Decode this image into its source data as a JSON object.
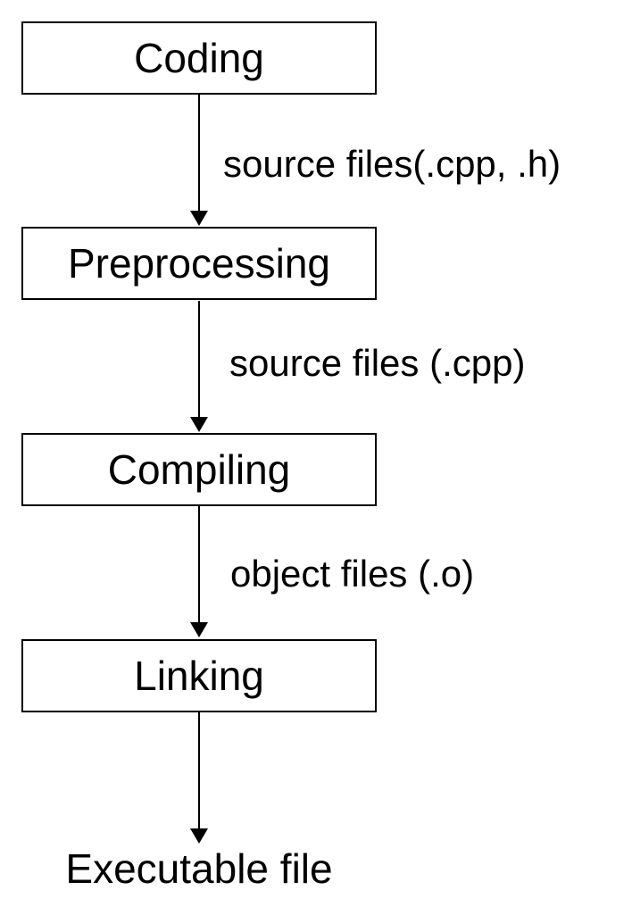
{
  "steps": [
    {
      "label": "Coding"
    },
    {
      "label": "Preprocessing"
    },
    {
      "label": "Compiling"
    },
    {
      "label": "Linking"
    }
  ],
  "edges": [
    {
      "label": "source files(.cpp, .h)"
    },
    {
      "label": "source files (.cpp)"
    },
    {
      "label": "object files (.o)"
    }
  ],
  "output": {
    "label": "Executable file"
  },
  "colors": {
    "stroke": "#000000",
    "background": "#ffffff"
  }
}
